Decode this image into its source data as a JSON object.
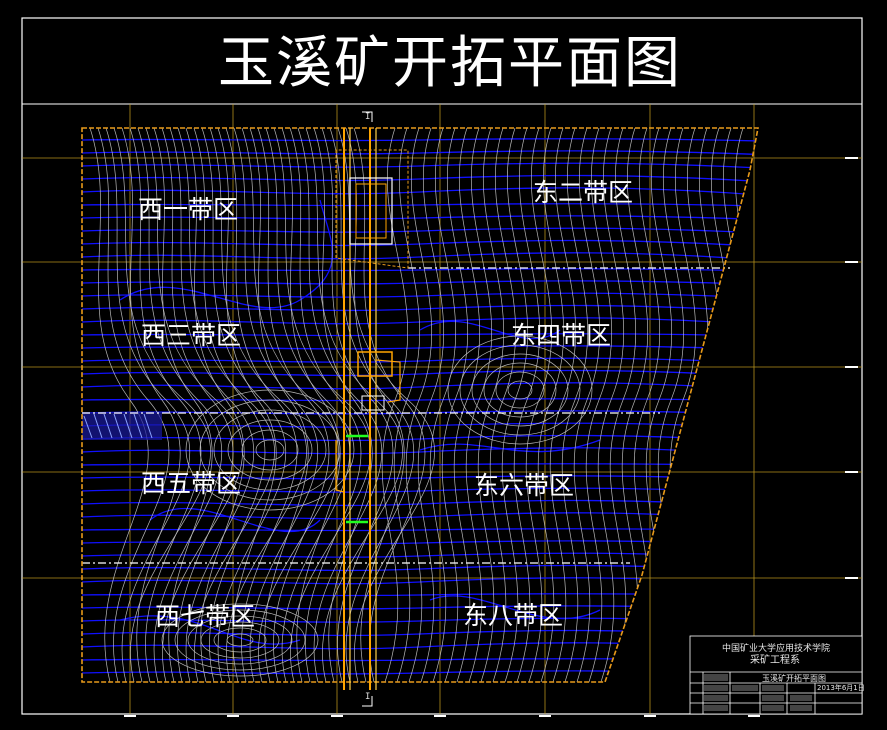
{
  "title": "玉溪矿开拓平面图",
  "zones": {
    "west_1": "西一带区",
    "east_2": "东二带区",
    "west_3": "西三带区",
    "east_4": "东四带区",
    "west_5": "西五带区",
    "east_6": "东六带区",
    "west_7": "西七带区",
    "east_8": "东八带区"
  },
  "title_block": {
    "institution": "中国矿业大学应用技术学院",
    "department": "采矿工程系",
    "drawing_name": "玉溪矿开拓平面图",
    "date": "2013年6月1日"
  },
  "section_marks": {
    "top": "I",
    "bottom": "I"
  },
  "colors": {
    "background": "#000000",
    "frame": "#ffffff",
    "grid": "#c8a020",
    "boundary": "#e89a1a",
    "contour_blue": "#1010ff",
    "contour_white": "#dcdcdc",
    "shaft": "#ffa500",
    "green_marks": "#20ff20"
  }
}
